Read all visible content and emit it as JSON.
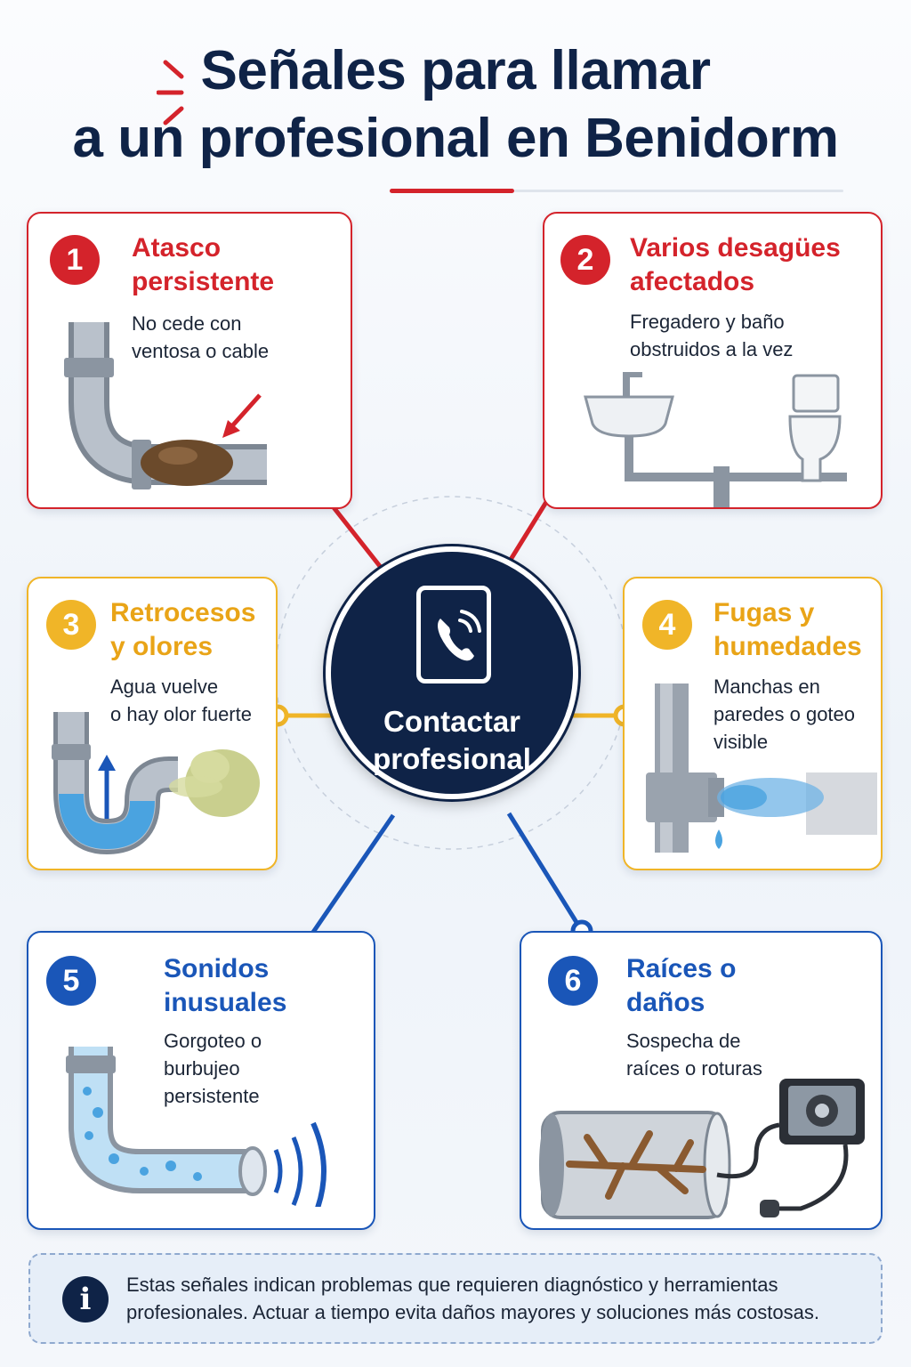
{
  "title": {
    "line1": "Señales para llamar",
    "line2": "a un profesional en Benidorm"
  },
  "hub": {
    "label": "Contactar\nprofesional",
    "icon": "phone-ringing-icon"
  },
  "signals": [
    {
      "number": "1",
      "title": "Atasco\npersistente",
      "description": "No cede con\nventosa o cable",
      "icon": "clogged-pipe-icon"
    },
    {
      "number": "2",
      "title": "Varios desagües\nafectados",
      "description": "Fregadero y baño\nobstruidos a la vez",
      "icon": "sink-toilet-icon"
    },
    {
      "number": "3",
      "title": "Retrocesos\ny olores",
      "description": "Agua vuelve\no hay olor fuerte",
      "icon": "backflow-odor-icon"
    },
    {
      "number": "4",
      "title": "Fugas y\nhumedades",
      "description": "Manchas en\nparedes o goteo\nvisible",
      "icon": "leaking-pipe-icon"
    },
    {
      "number": "5",
      "title": "Sonidos\ninusuales",
      "description": "Gorgoteo o\nburbujeo\npersistente",
      "icon": "gurgling-pipe-icon"
    },
    {
      "number": "6",
      "title": "Raíces o\ndaños",
      "description": "Sospecha de\nraíces o roturas",
      "icon": "roots-camera-icon"
    }
  ],
  "info": {
    "icon": "info-icon",
    "glyph": "i",
    "text": "Estas señales indican problemas que requieren diagnóstico y herramientas profesionales. Actuar a tiempo evita daños mayores y soluciones más costosas."
  },
  "colors": {
    "navy": "#0f2347",
    "red": "#d4232b",
    "yellow": "#f0b528",
    "blue": "#1a56b8"
  }
}
